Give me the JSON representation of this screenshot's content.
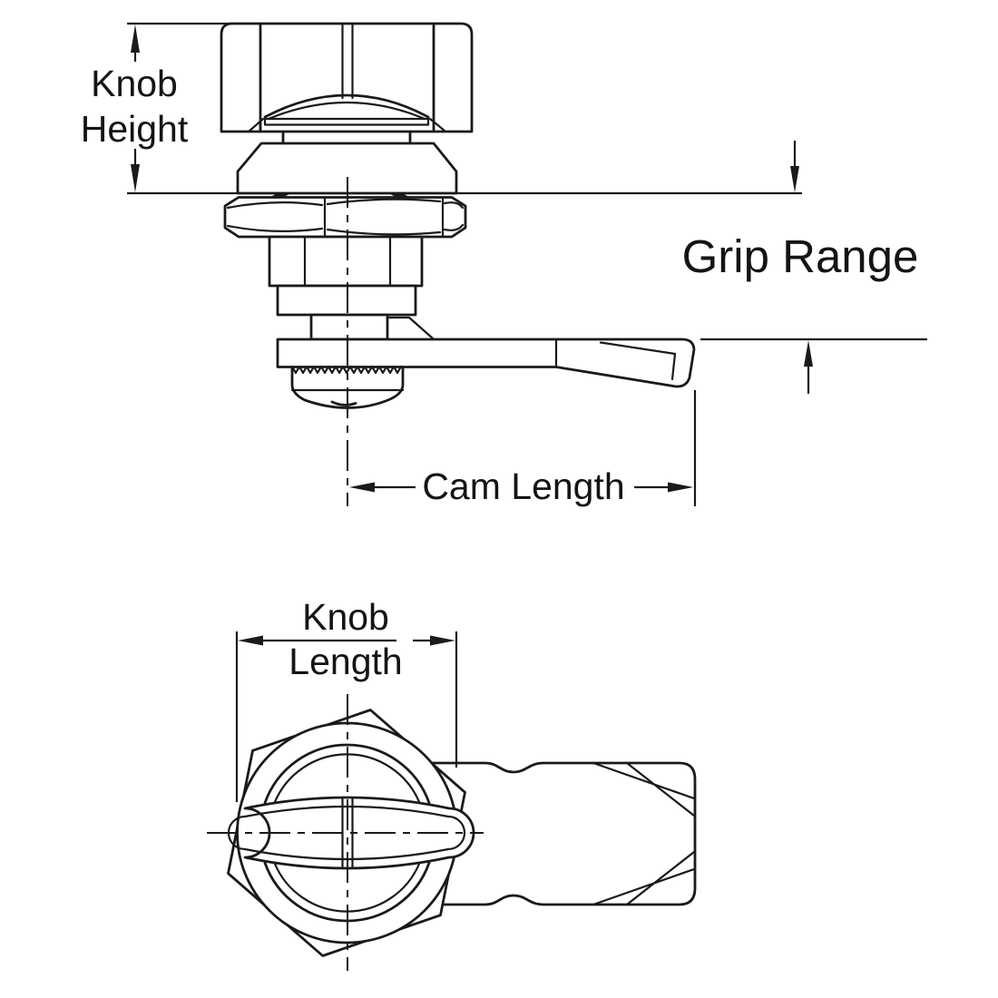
{
  "canvas": {
    "background": "#ffffff",
    "line_color": "#1a1a1a",
    "text_color": "#141414"
  },
  "labels": {
    "knob_height_line1": "Knob",
    "knob_height_line2": "Height",
    "grip_range": "Grip Range",
    "cam_length": "Cam Length",
    "knob_length_line1": "Knob",
    "knob_length_line2": "Length"
  }
}
